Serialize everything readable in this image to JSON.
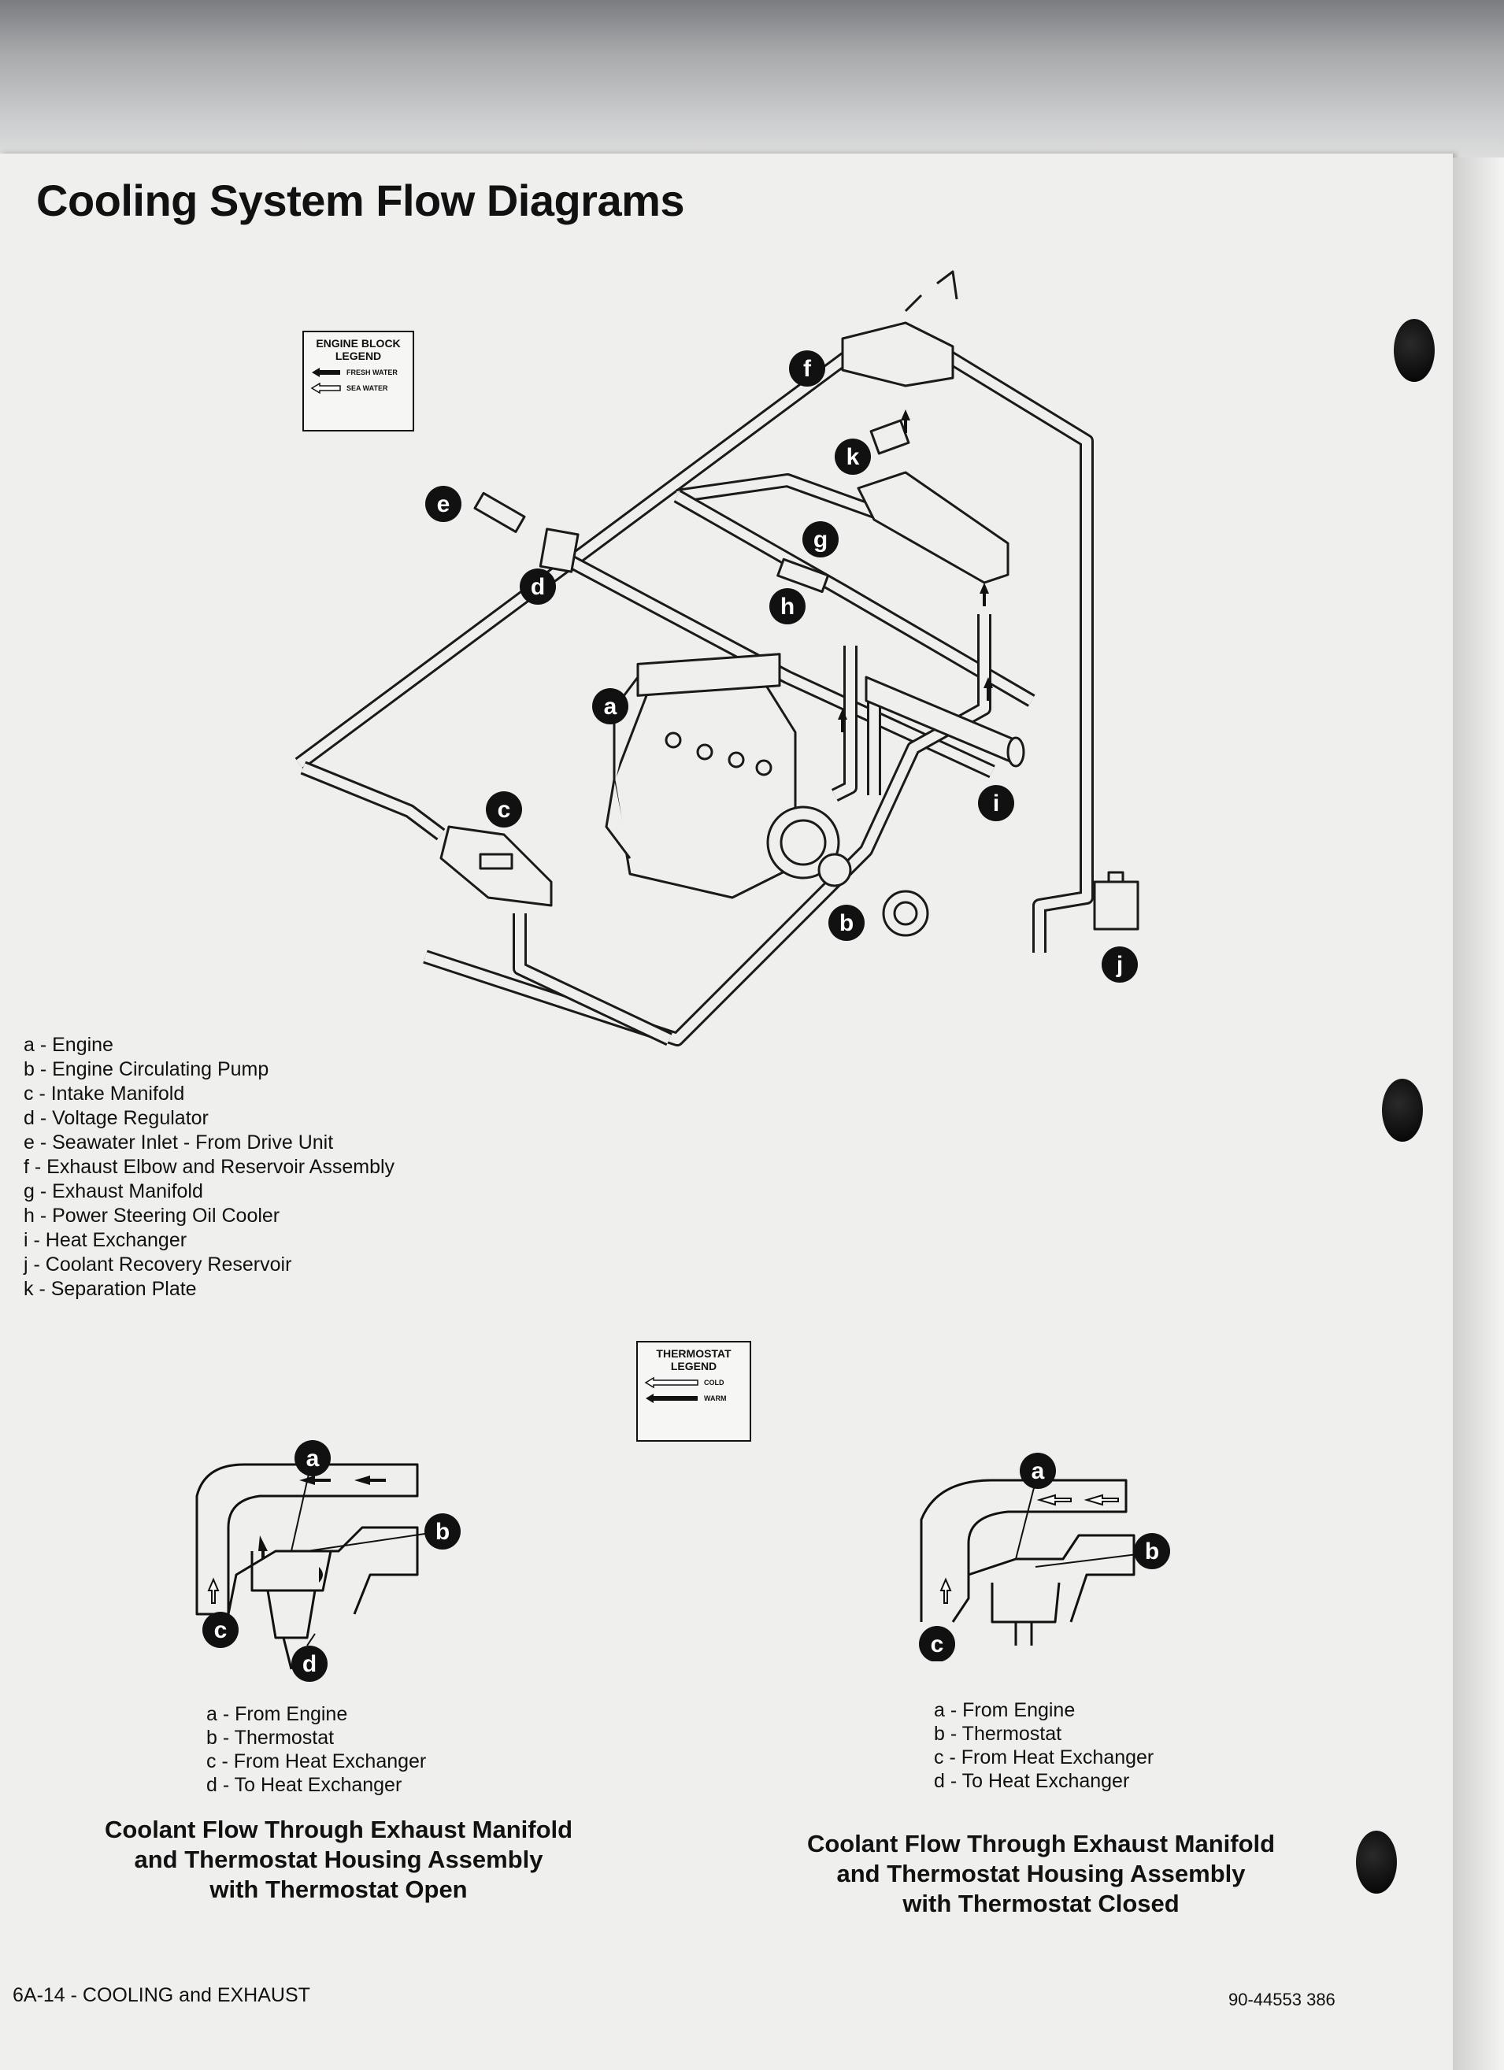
{
  "title": "Cooling System Flow Diagrams",
  "engine_block_legend": {
    "title_line1": "ENGINE BLOCK",
    "title_line2": "LEGEND",
    "fresh": "FRESH WATER",
    "sea": "SEA WATER"
  },
  "thermostat_legend": {
    "title_line1": "THERMOSTAT",
    "title_line2": "LEGEND",
    "cold": "COLD",
    "warm": "WARM"
  },
  "main_callouts": [
    "a",
    "b",
    "c",
    "d",
    "e",
    "f",
    "g",
    "h",
    "i",
    "j",
    "k"
  ],
  "component_list": [
    "a - Engine",
    "b - Engine Circulating Pump",
    "c - Intake Manifold",
    "d - Voltage Regulator",
    "e - Seawater Inlet - From Drive Unit",
    "f - Exhaust Elbow and Reservoir Assembly",
    "g - Exhaust Manifold",
    "h - Power Steering Oil Cooler",
    "i - Heat Exchanger",
    "j - Coolant Recovery Reservoir",
    "k - Separation Plate"
  ],
  "open_diagram": {
    "callouts": [
      "a",
      "b",
      "c",
      "d"
    ],
    "list": [
      "a - From Engine",
      "b - Thermostat",
      "c - From Heat Exchanger",
      "d - To Heat Exchanger"
    ],
    "caption": [
      "Coolant Flow Through Exhaust Manifold",
      "and Thermostat Housing Assembly",
      "with Thermostat Open"
    ]
  },
  "closed_diagram": {
    "callouts": [
      "a",
      "b",
      "c"
    ],
    "list": [
      "a - From Engine",
      "b - Thermostat",
      "c - From Heat Exchanger",
      "d - To Heat Exchanger"
    ],
    "caption": [
      "Coolant Flow Through Exhaust Manifold",
      "and Thermostat Housing Assembly",
      "with Thermostat Closed"
    ]
  },
  "footer": {
    "left": "6A-14 - COOLING and EXHAUST",
    "right": "90-44553 386"
  }
}
